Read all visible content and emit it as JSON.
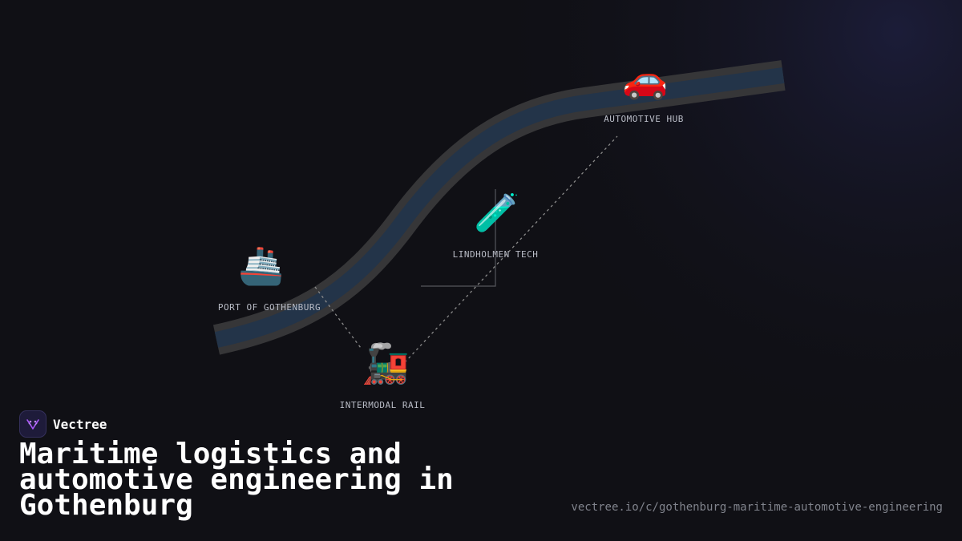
{
  "colors": {
    "background": "#101015",
    "glow": "#1c1d3a",
    "road_outer": "#363638",
    "road_inner": "#233449",
    "connector": "#8a8a8a",
    "label": "#b9bcc6",
    "url": "#80838c",
    "logo_accent": "#a855f7"
  },
  "nodes": {
    "port": {
      "icon": "ship-icon",
      "glyph": "🚢",
      "label": "PORT OF GOTHENBURG"
    },
    "rail": {
      "icon": "locomotive-icon",
      "glyph": "🚂",
      "label": "INTERMODAL RAIL"
    },
    "tech": {
      "icon": "test-tube-icon",
      "glyph": "🧪",
      "label": "LINDHOLMEN TECH"
    },
    "auto": {
      "icon": "car-icon",
      "glyph": "🚗",
      "label": "AUTOMOTIVE HUB"
    }
  },
  "brand": {
    "name": "Vectree",
    "logo_icon": "vectree-logo-icon"
  },
  "headline": "Maritime logistics and automotive engineering in Gothenburg",
  "url": "vectree.io/c/gothenburg-maritime-automotive-engineering"
}
